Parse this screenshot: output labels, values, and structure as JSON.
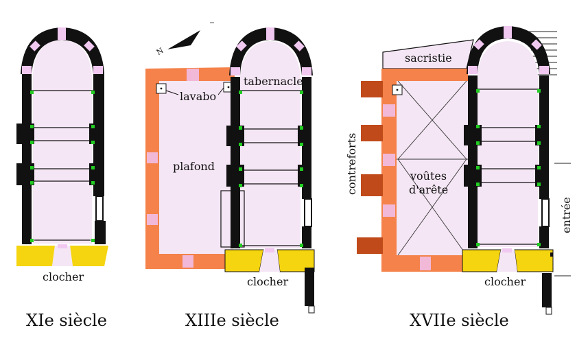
{
  "plans": [
    {
      "title": "XIe siècle",
      "labels": {
        "clocher": "clocher"
      }
    },
    {
      "title": "XIIIe siècle",
      "labels": {
        "lavabo": "lavabo",
        "tabernacle": "tabernacle",
        "plafond": "plafond",
        "clocher": "clocher"
      }
    },
    {
      "title": "XVIIe siècle",
      "labels": {
        "sacristie": "sacristie",
        "contreforts": "contreforts",
        "voutes": "voûtes d'arête",
        "voutes_line1": "voûtes",
        "voutes_line2": "d'arête",
        "entree": "entrée",
        "clocher": "clocher"
      }
    }
  ],
  "compass": {
    "north_label": "N"
  },
  "colors": {
    "wall": "#111111",
    "floor": "#f4e6f4",
    "opening": "#f0c8f0",
    "added_wall": "#f4824a",
    "added_opening": "#f2b8d8",
    "bell_tower": "#f5d410",
    "buttress": "#c04a1a",
    "marker": "#22cc22"
  }
}
